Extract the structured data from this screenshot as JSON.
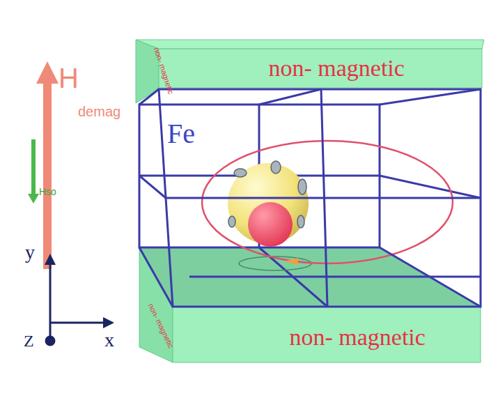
{
  "diagram": {
    "nodes": [
      {
        "text": [
          "non- magnetic",
          "non- magnetic"
        ]
      },
      {
        "text": [
          "Fe"
        ]
      },
      {
        "text": [
          "non- magnetic",
          "non- magnetic"
        ]
      }
    ],
    "labels": [
      "H",
      "demag",
      "Hso",
      "y",
      "x",
      "Z"
    ]
  }
}
